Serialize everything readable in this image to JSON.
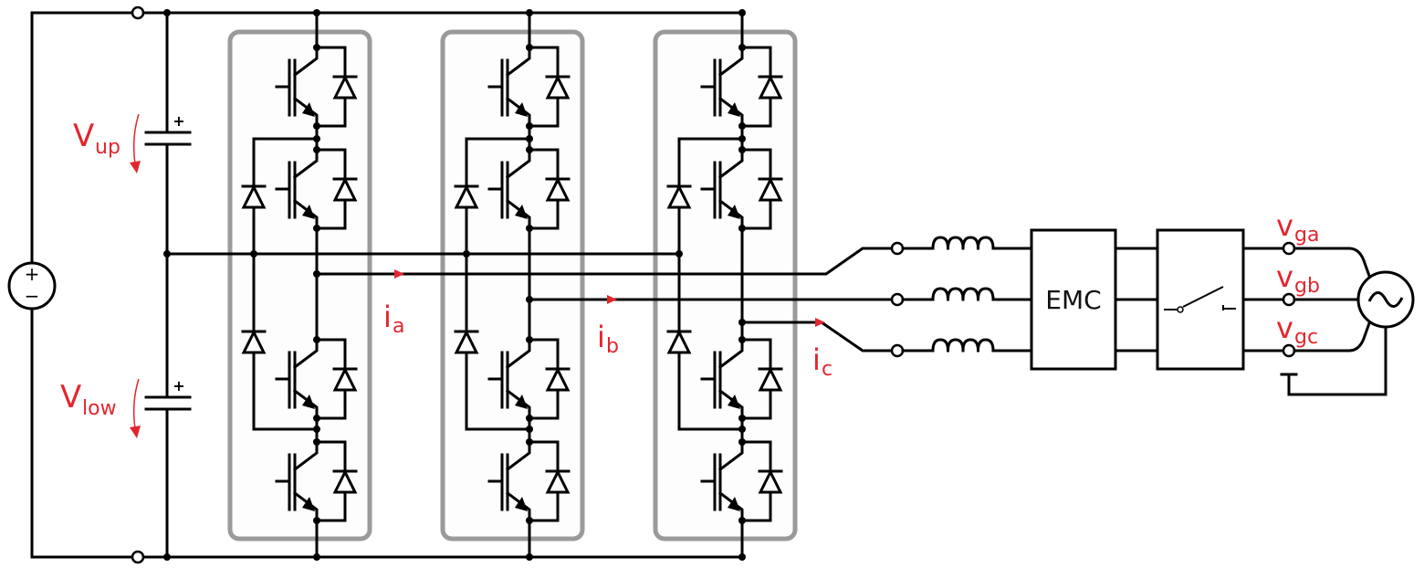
{
  "labels": {
    "v_up": {
      "main": "V",
      "sub": "up"
    },
    "v_low": {
      "main": "V",
      "sub": "low"
    },
    "i_a": {
      "main": "i",
      "sub": "a"
    },
    "i_b": {
      "main": "i",
      "sub": "b"
    },
    "i_c": {
      "main": "i",
      "sub": "c"
    },
    "v_ga": {
      "main": "v",
      "sub": "ga"
    },
    "v_gb": {
      "main": "v",
      "sub": "gb"
    },
    "v_gc": {
      "main": "v",
      "sub": "gc"
    },
    "emc": "EMC",
    "cap_plus": "+",
    "src_plus": "+",
    "src_minus": "−"
  },
  "legs": [
    "a",
    "b",
    "c"
  ],
  "colors": {
    "annotation": "#e3262e",
    "wire": "#000000",
    "module_border": "#9a9a9a"
  }
}
